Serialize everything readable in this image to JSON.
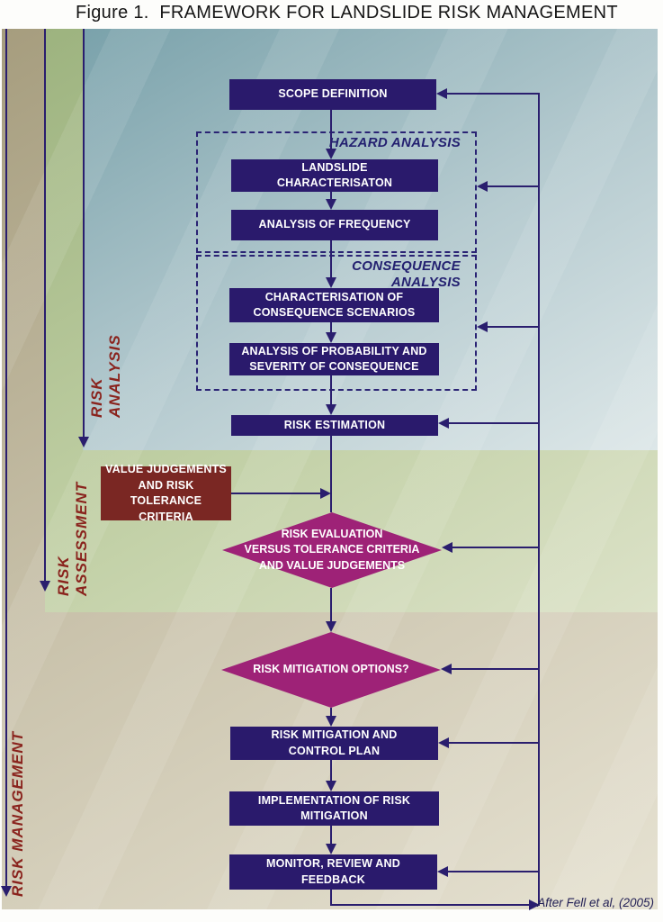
{
  "figure": {
    "title": "Figure 1.  FRAMEWORK FOR LANDSLIDE RISK MANAGEMENT",
    "attribution": "After Fell et al, (2005)"
  },
  "side_labels": {
    "risk_analysis": "RISK ANALYSIS",
    "risk_assessment": "RISK ASSESSMENT",
    "risk_management": "RISK MANAGEMENT"
  },
  "groups": {
    "hazard_analysis": "HAZARD ANALYSIS",
    "consequence_analysis": "CONSEQUENCE\nANALYSIS"
  },
  "nodes": {
    "scope_definition": "SCOPE DEFINITION",
    "landslide_characterisation": "LANDSLIDE\nCHARACTERISATON",
    "analysis_of_frequency": "ANALYSIS OF FREQUENCY",
    "characterisation_of_consequence_scenarios": "CHARACTERISATION OF\nCONSEQUENCE SCENARIOS",
    "analysis_of_probability_and_severity": "ANALYSIS OF PROBABILITY AND\nSEVERITY OF CONSEQUENCE",
    "risk_estimation": "RISK ESTIMATION",
    "value_judgements": "VALUE JUDGEMENTS\nAND RISK TOLERANCE\nCRITERIA",
    "risk_evaluation": "RISK EVALUATION\nVERSUS TOLERANCE CRITERIA\nAND VALUE JUDGEMENTS",
    "risk_mitigation_options": "RISK MITIGATION OPTIONS?",
    "risk_mitigation_control_plan": "RISK MITIGATION AND\nCONTROL PLAN",
    "implementation_of_risk_mitigation": "IMPLEMENTATION OF RISK\nMITIGATION",
    "monitor_review_feedback": "MONITOR, REVIEW AND\nFEEDBACK"
  },
  "colors": {
    "process_box": "#2a1a6c",
    "decision_diamond": "#9e2277",
    "input_box": "#7a2723",
    "connector_line": "#2a1e6e",
    "side_label_text": "#8a231d",
    "zone_risk_analysis_blue": "#7aa2ab",
    "zone_risk_assessment_green": "#9db37f",
    "zone_risk_management_tan": "#a69d7e"
  }
}
